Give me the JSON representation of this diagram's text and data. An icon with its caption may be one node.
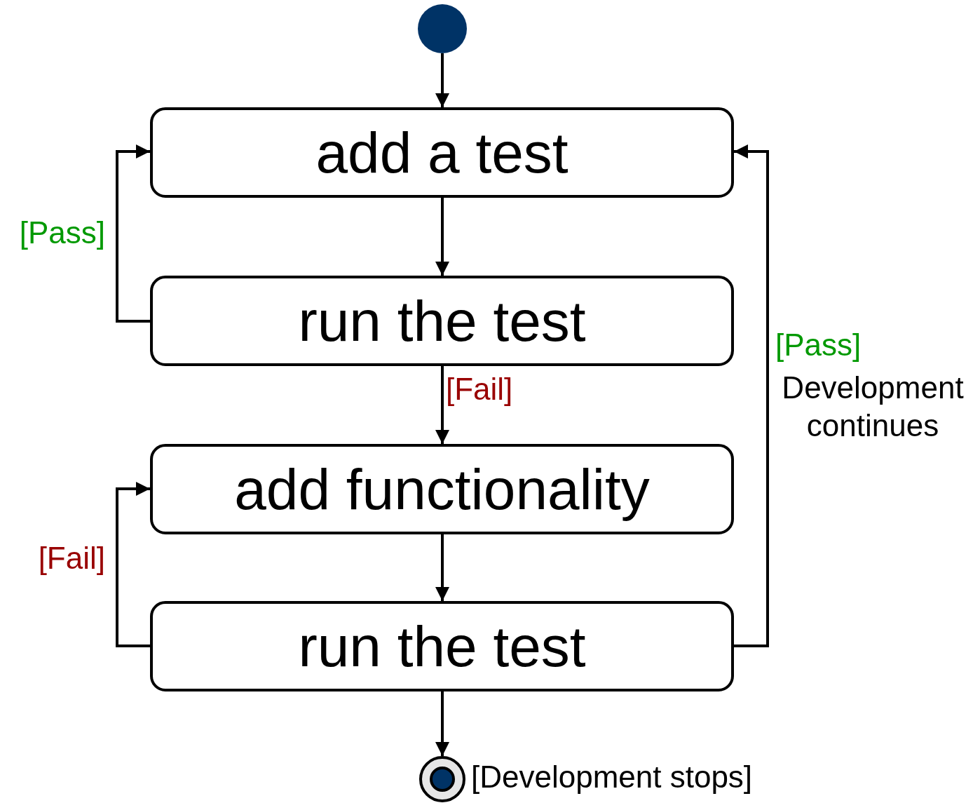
{
  "diagram": {
    "nodes": [
      {
        "text": [],
        "shape": "circle"
      },
      {
        "text": [
          "add a test"
        ]
      },
      {
        "text": [
          "run the test"
        ]
      },
      {
        "text": [
          "add functionality"
        ]
      },
      {
        "text": [
          "run the test"
        ]
      },
      {
        "text": [],
        "shape": "circle",
        "beside": [
          "[Development stops]"
        ]
      }
    ],
    "edges": [
      {
        "from": 0,
        "to": 1,
        "arrow": "to"
      },
      {
        "from": 1,
        "to": 2,
        "arrow": "to"
      },
      {
        "from": 2,
        "to": 1,
        "arrow": "to",
        "label": "[Pass]"
      },
      {
        "from": 2,
        "to": 3,
        "arrow": "to",
        "label": "[Fail]"
      },
      {
        "from": 3,
        "to": 4,
        "arrow": "to"
      },
      {
        "from": 4,
        "to": 3,
        "arrow": "to",
        "label": "[Fail]"
      },
      {
        "from": 4,
        "to": 1,
        "arrow": "to",
        "label": "[Pass]"
      },
      {
        "from": 4,
        "to": 5,
        "arrow": "to"
      }
    ],
    "labels": [
      "Development continues"
    ]
  }
}
